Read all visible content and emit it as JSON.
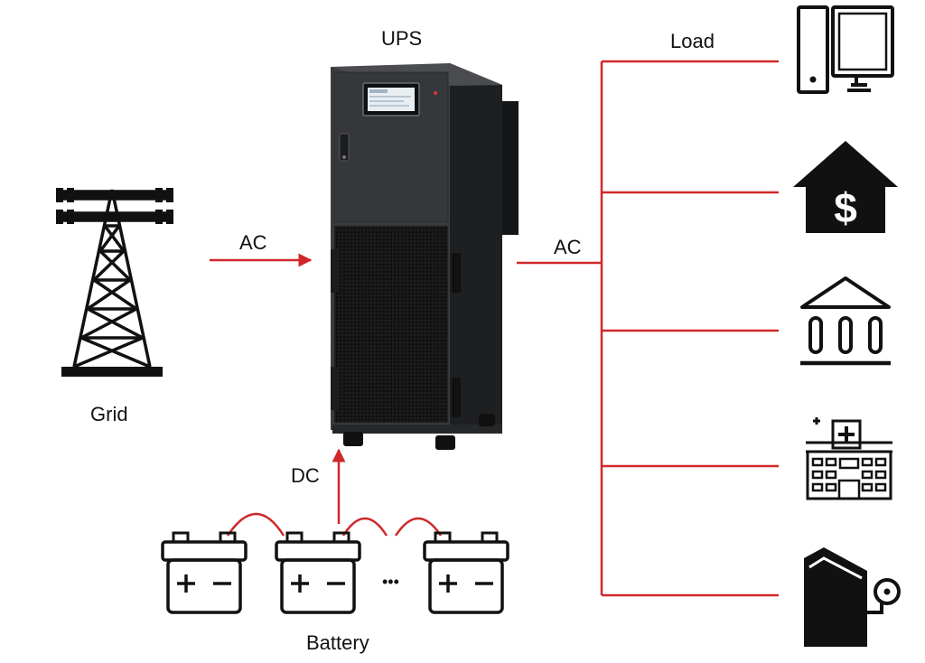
{
  "labels": {
    "ups": "UPS",
    "load": "Load",
    "ac_in": "AC",
    "ac_out": "AC",
    "grid": "Grid",
    "dc": "DC",
    "battery": "Battery",
    "ellipsis": "•••"
  },
  "colors": {
    "line": "#d0282a",
    "cabinet": "#3b3d40",
    "cabinet_dark": "#1d1e20",
    "icon": "#111111"
  },
  "icons": [
    "transmission-tower-icon",
    "ups-cabinet",
    "battery-icon",
    "computer-icon",
    "house-dollar-icon",
    "bank-icon",
    "hospital-icon",
    "factory-icon"
  ]
}
